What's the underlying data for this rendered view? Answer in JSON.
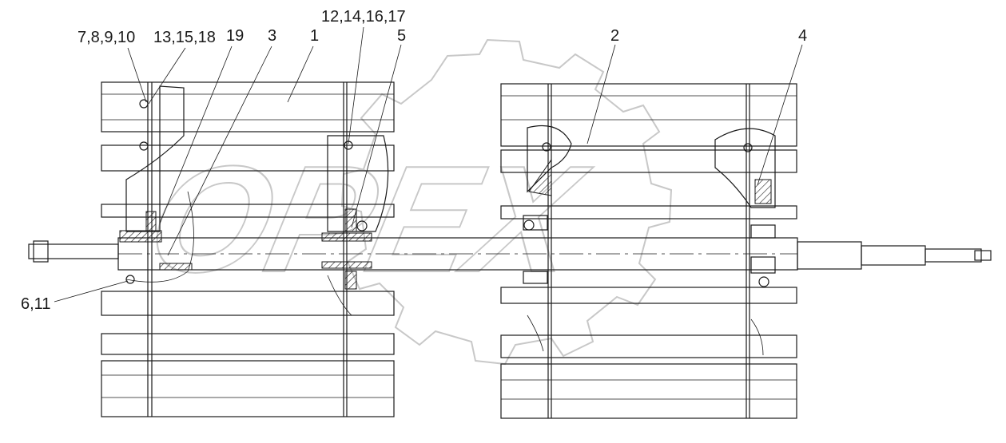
{
  "title": "",
  "watermark": "OPEX",
  "labels": {
    "l7_8_9_10": "7,8,9,10",
    "l13_15_18": "13,15,18",
    "l19": "19",
    "l3": "3",
    "l1": "1",
    "l12_14_16_17": "12,14,16,17",
    "l5": "5",
    "l2": "2",
    "l4": "4",
    "l6_11": "6,11"
  },
  "colors": {
    "line": "#1a1a1a",
    "watermark": "#c8c8c8",
    "background": "#ffffff"
  }
}
